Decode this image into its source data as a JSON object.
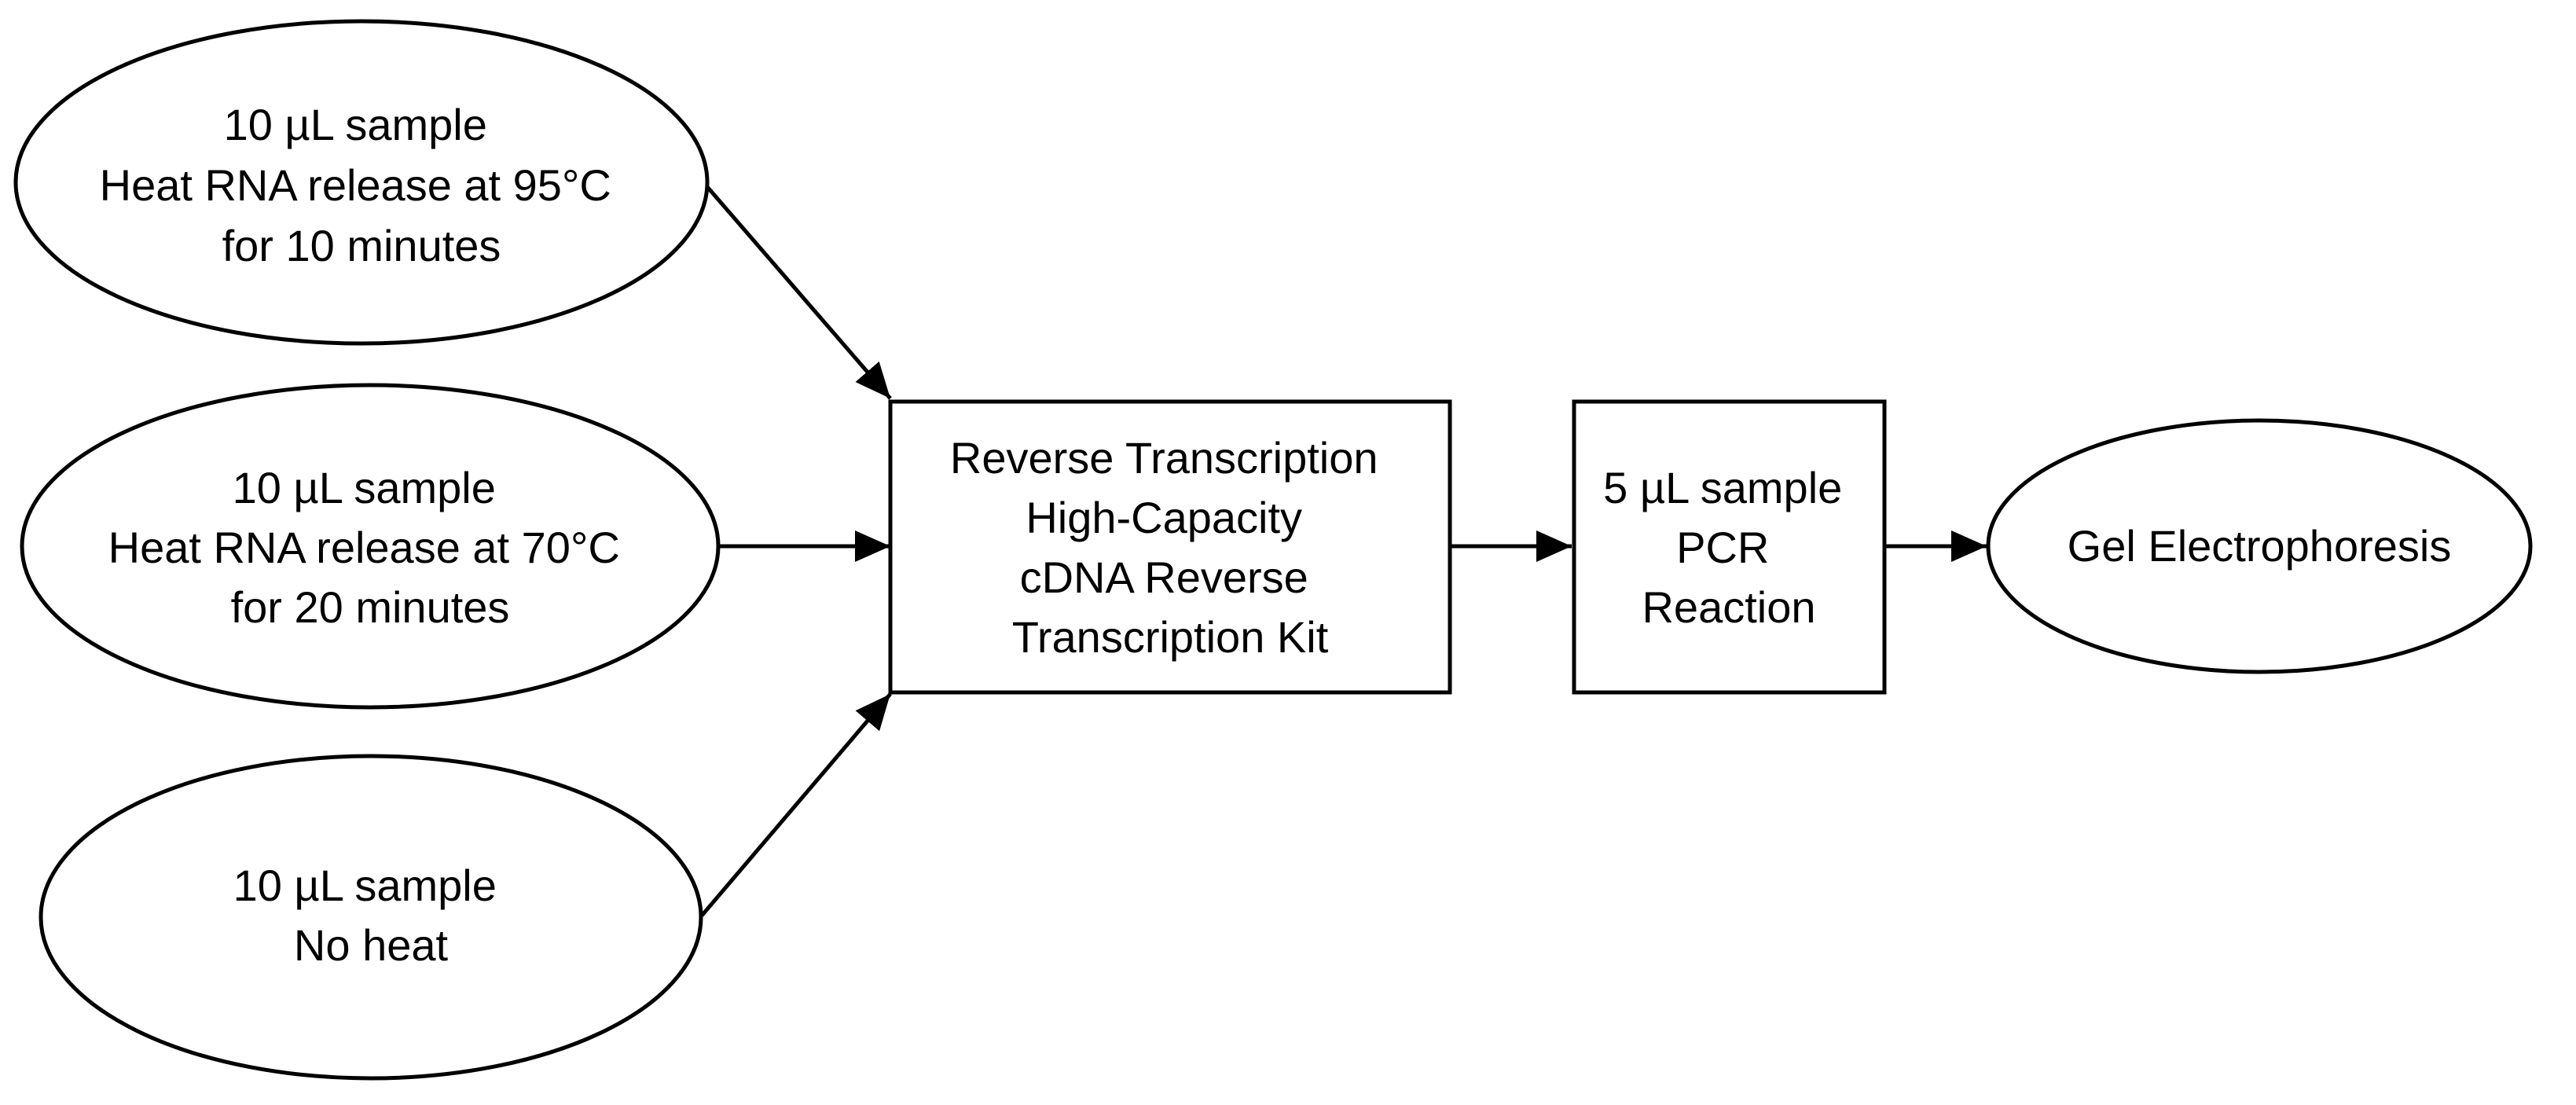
{
  "nodes": {
    "sample_95c": {
      "shape": "ellipse",
      "lines": [
        "10 µL sample",
        "Heat RNA release at 95°C",
        "for 10 minutes"
      ]
    },
    "sample_70c": {
      "shape": "ellipse",
      "lines": [
        "10 µL sample",
        "Heat RNA release at 70°C",
        "for 20 minutes"
      ]
    },
    "sample_no_heat": {
      "shape": "ellipse",
      "lines": [
        "10 µL sample",
        "No heat"
      ]
    },
    "reverse_transcription": {
      "shape": "rectangle",
      "lines": [
        "Reverse Transcription",
        "High-Capacity",
        "cDNA Reverse",
        "Transcription Kit"
      ]
    },
    "pcr": {
      "shape": "rectangle",
      "lines": [
        "5 µL sample",
        "PCR",
        "Reaction"
      ]
    },
    "gel": {
      "shape": "ellipse",
      "lines": [
        "Gel Electrophoresis"
      ]
    }
  },
  "edges": [
    {
      "from": "sample_95c",
      "to": "reverse_transcription"
    },
    {
      "from": "sample_70c",
      "to": "reverse_transcription"
    },
    {
      "from": "sample_no_heat",
      "to": "reverse_transcription"
    },
    {
      "from": "reverse_transcription",
      "to": "pcr"
    },
    {
      "from": "pcr",
      "to": "gel"
    }
  ],
  "colors": {
    "stroke": "#000000",
    "fill": "#ffffff",
    "text": "#000000"
  }
}
